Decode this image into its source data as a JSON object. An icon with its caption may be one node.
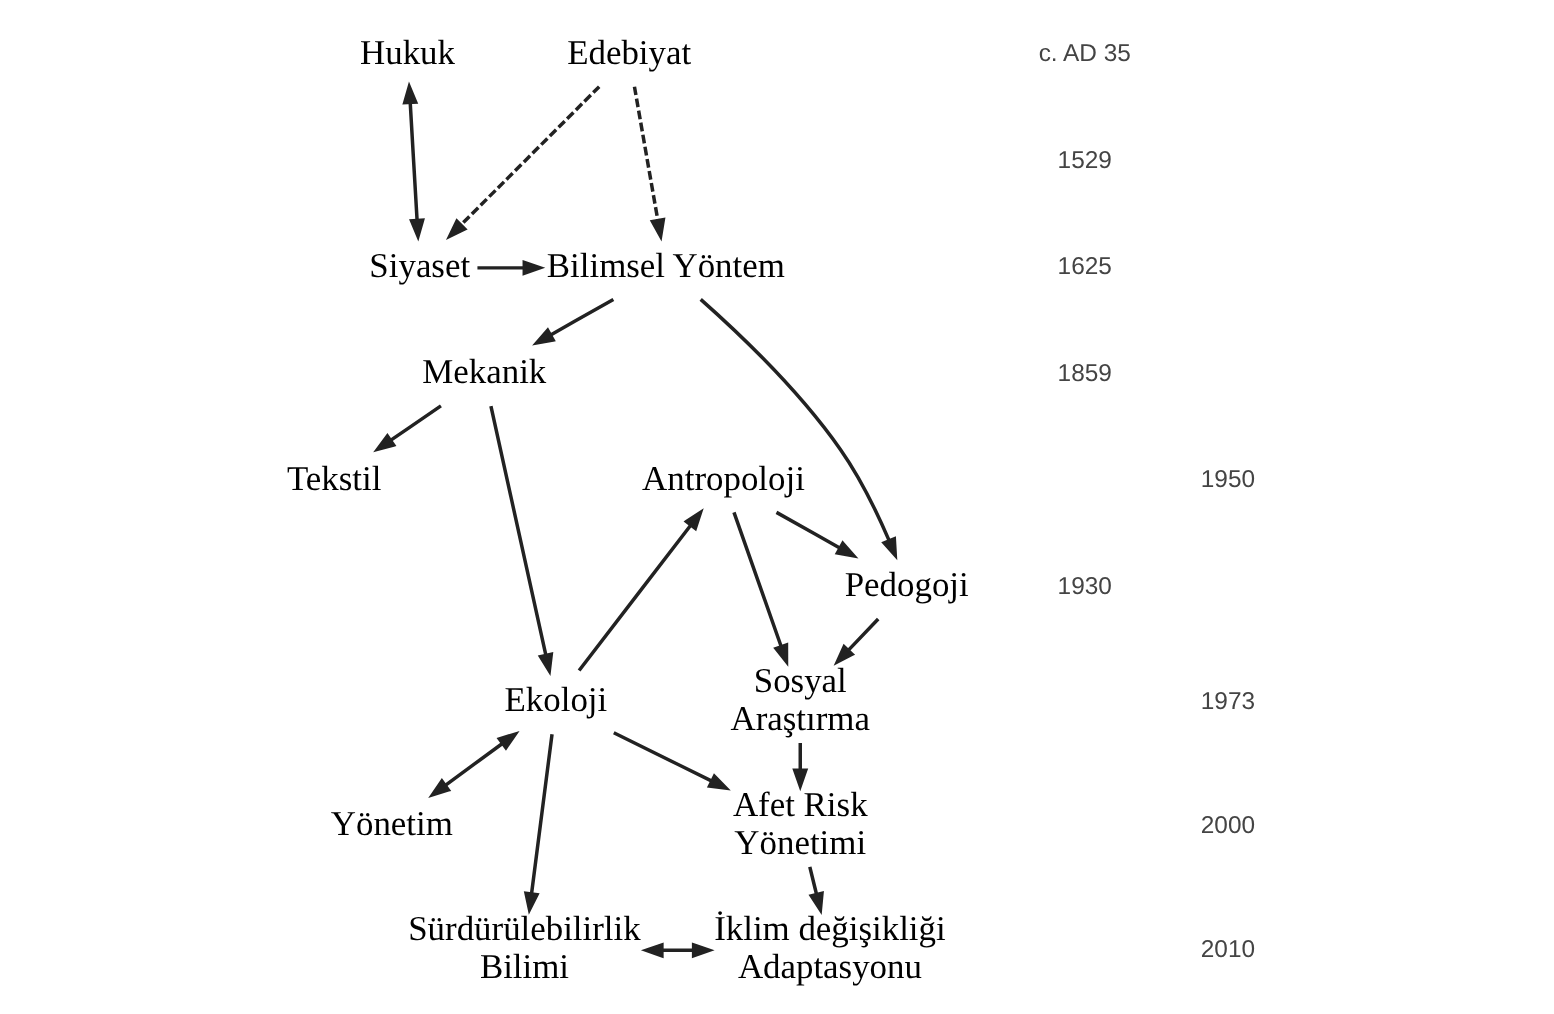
{
  "diagram": {
    "nodes": [
      {
        "text": [
          "Hukuk"
        ]
      },
      {
        "text": [
          "Edebiyat"
        ]
      },
      {
        "text": [
          "Siyaset"
        ]
      },
      {
        "text": [
          "Bilimsel Yöntem"
        ]
      },
      {
        "text": [
          "Mekanik"
        ]
      },
      {
        "text": [
          "Pedogoji"
        ]
      },
      {
        "text": [
          "Tekstil"
        ]
      },
      {
        "text": [
          "Antropoloji"
        ]
      },
      {
        "text": [
          "Ekoloji"
        ]
      },
      {
        "text": [
          "Sosyal Araştırma"
        ]
      },
      {
        "text": [
          "Yönetim"
        ]
      },
      {
        "text": [
          "Afet Risk Yönetimi"
        ]
      },
      {
        "text": [
          "Sürdürülebilirlik Bilimi"
        ]
      },
      {
        "text": [
          "İklim değişikliği Adaptasyonu"
        ]
      }
    ],
    "edges": [
      {
        "from": 0,
        "to": 2,
        "arrow": "both"
      },
      {
        "from": 1,
        "to": 2,
        "arrow": "to",
        "style": "dashed"
      },
      {
        "from": 1,
        "to": 3,
        "arrow": "to",
        "style": "dashed"
      },
      {
        "from": 2,
        "to": 3,
        "arrow": "to"
      },
      {
        "from": 3,
        "to": 4,
        "arrow": "to"
      },
      {
        "from": 3,
        "to": 5,
        "arrow": "to"
      },
      {
        "from": 4,
        "to": 6,
        "arrow": "to"
      },
      {
        "from": 4,
        "to": 8,
        "arrow": "to"
      },
      {
        "from": 8,
        "to": 7,
        "arrow": "to"
      },
      {
        "from": 7,
        "to": 5,
        "arrow": "to"
      },
      {
        "from": 7,
        "to": 9,
        "arrow": "to"
      },
      {
        "from": 5,
        "to": 9,
        "arrow": "to"
      },
      {
        "from": 8,
        "to": 10,
        "arrow": "both"
      },
      {
        "from": 8,
        "to": 11,
        "arrow": "to"
      },
      {
        "from": 8,
        "to": 12,
        "arrow": "to"
      },
      {
        "from": 9,
        "to": 11,
        "arrow": "to"
      },
      {
        "from": 11,
        "to": 13,
        "arrow": "to"
      },
      {
        "from": 12,
        "to": 13,
        "arrow": "both"
      }
    ],
    "labels": [
      "c. AD 35",
      "1529",
      "1625",
      "1859",
      "1930",
      "1950",
      "1973",
      "2000",
      "2010"
    ]
  }
}
